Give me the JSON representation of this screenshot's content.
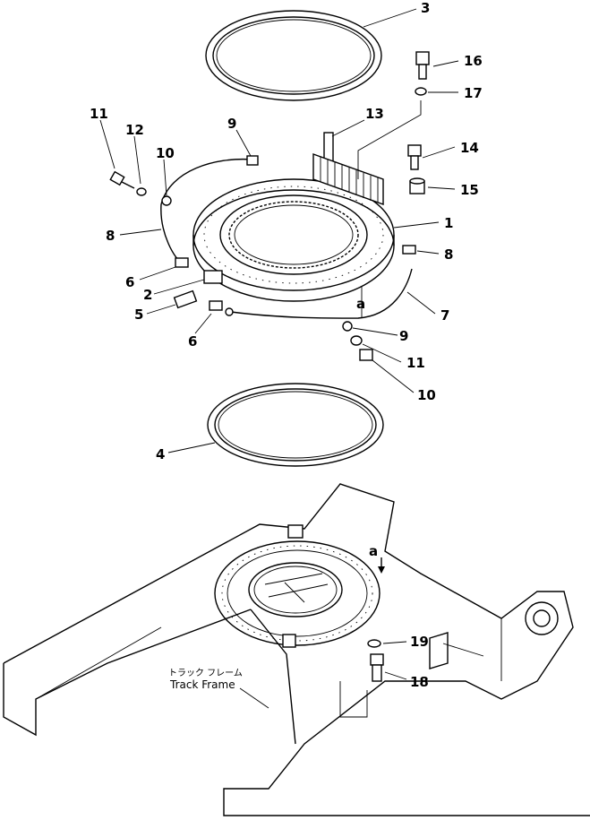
{
  "callouts": [
    {
      "id": "3",
      "text": "3"
    },
    {
      "id": "16",
      "text": "16"
    },
    {
      "id": "17",
      "text": "17"
    },
    {
      "id": "11a",
      "text": "11"
    },
    {
      "id": "12",
      "text": "12"
    },
    {
      "id": "10a",
      "text": "10"
    },
    {
      "id": "9a",
      "text": "9"
    },
    {
      "id": "13",
      "text": "13"
    },
    {
      "id": "14",
      "text": "14"
    },
    {
      "id": "15",
      "text": "15"
    },
    {
      "id": "8a",
      "text": "8"
    },
    {
      "id": "1",
      "text": "1"
    },
    {
      "id": "8b",
      "text": "8"
    },
    {
      "id": "6a",
      "text": "6"
    },
    {
      "id": "2",
      "text": "2"
    },
    {
      "id": "5",
      "text": "5"
    },
    {
      "id": "7",
      "text": "7"
    },
    {
      "id": "6b",
      "text": "6"
    },
    {
      "id": "9b",
      "text": "9"
    },
    {
      "id": "11b",
      "text": "11"
    },
    {
      "id": "10b",
      "text": "10"
    },
    {
      "id": "4",
      "text": "4"
    },
    {
      "id": "19",
      "text": "19"
    },
    {
      "id": "18",
      "text": "18"
    }
  ],
  "markers": {
    "a_upper": "a",
    "a_lower": "a"
  },
  "track_frame": {
    "label_jp": "トラック フレーム",
    "label_en": "Track Frame"
  }
}
